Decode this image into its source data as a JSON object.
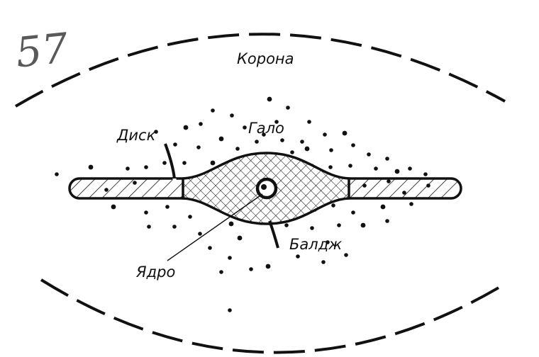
{
  "labels": {
    "corona": "Корона",
    "halo": "Гало",
    "disk": "Диск",
    "bulge": "Балдж",
    "nucleus": "Ядро"
  },
  "corner_mark": "57",
  "colors": {
    "ink": "#111111",
    "background": "#ffffff"
  }
}
